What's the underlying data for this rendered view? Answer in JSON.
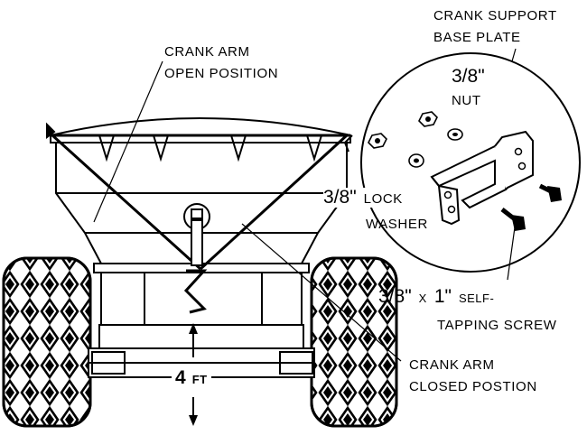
{
  "labels": {
    "crank_support_line1": "CRANK SUPPORT",
    "crank_support_line2": "BASE PLATE",
    "crank_open_line1": "CRANK ARM",
    "crank_open_line2": "OPEN POSITION",
    "nut_size": "3/8\"",
    "nut": "NUT",
    "lock_size": "3/8\"",
    "lock": "LOCK",
    "washer": "WASHER",
    "screw_size_a": "3/8\"",
    "screw_x": "X",
    "screw_size_b": "1\"",
    "screw_self": "SELF-",
    "screw_line2": "TAPPING SCREW",
    "crank_closed_line1": "CRANK ARM",
    "crank_closed_line2": "CLOSED POSTION",
    "dim_value": "4",
    "dim_unit": "FT"
  }
}
